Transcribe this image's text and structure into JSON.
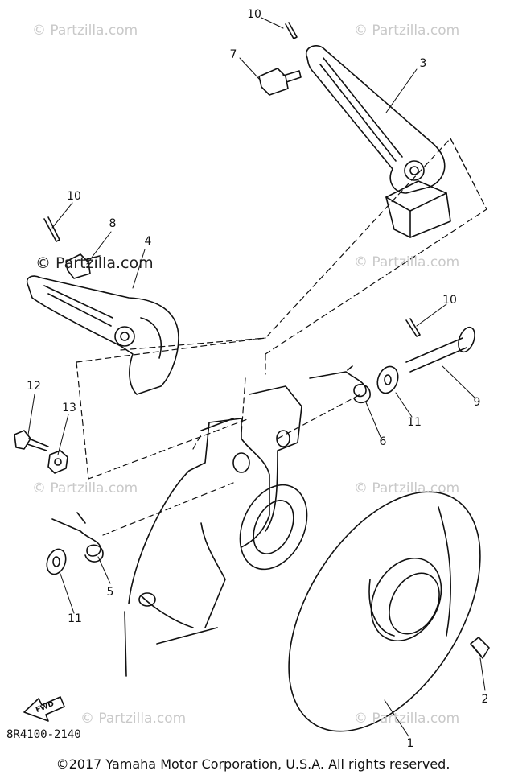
{
  "watermark": "© Partzilla.com",
  "diagram_code": "8R4100-2140",
  "copyright": "©2017  Yamaha Motor Corporation, U.S.A. All rights reserved.",
  "fwd_label": "FWD",
  "callouts": {
    "c1": "1",
    "c2": "2",
    "c3": "3",
    "c4": "4",
    "c5": "5",
    "c6": "6",
    "c7": "7",
    "c8": "8",
    "c9": "9",
    "c10a": "10",
    "c10b": "10",
    "c10c": "10",
    "c11a": "11",
    "c11b": "11",
    "c12": "12",
    "c13": "13"
  }
}
